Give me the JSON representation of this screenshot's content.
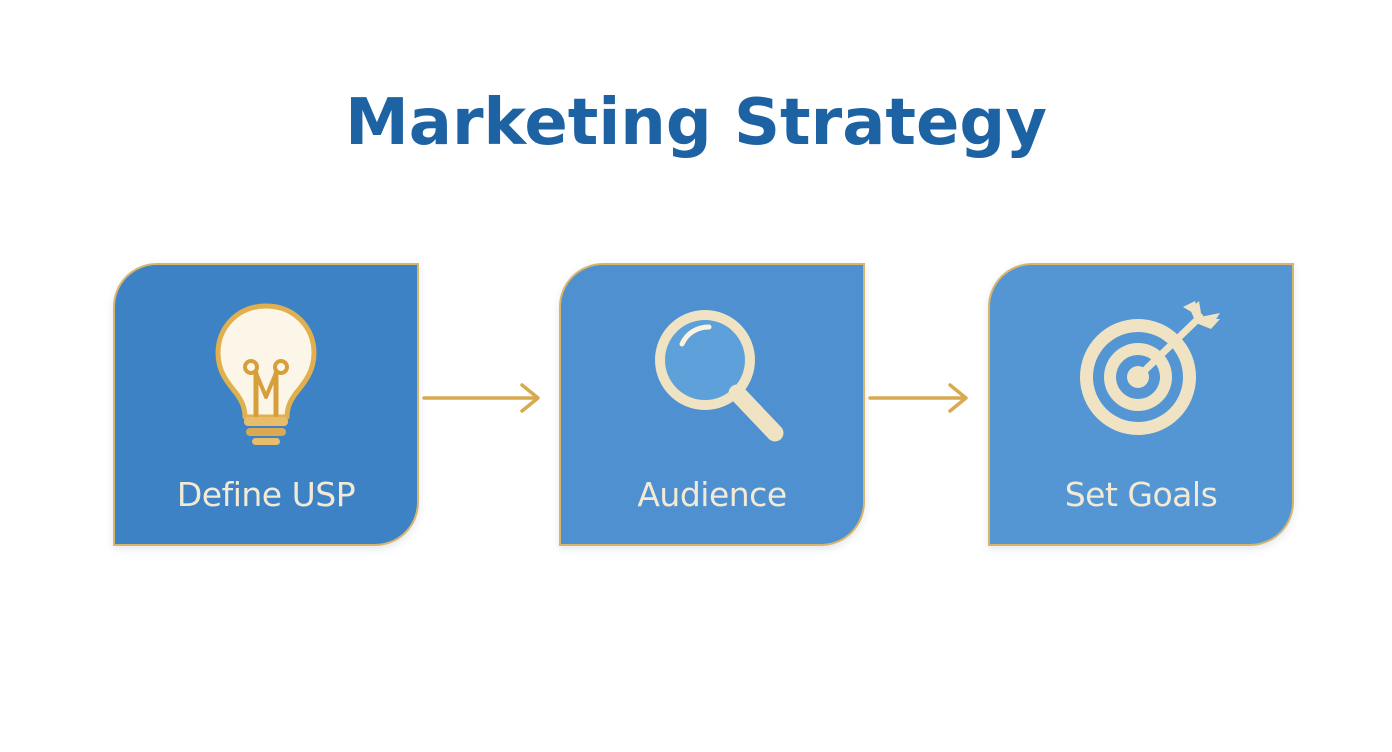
{
  "title": "Marketing Strategy",
  "colors": {
    "title": "#1d63a3",
    "box_fill_1": "#3d82c4",
    "box_fill_2": "#4f90d0",
    "box_fill_3": "#5496d3",
    "border_gold": "#d8b56a",
    "arrow_gold": "#d9a94f",
    "icon_cream": "#efe3c3",
    "label_text": "#f3ead6"
  },
  "steps": [
    {
      "label": "Define USP",
      "icon": "lightbulb-icon"
    },
    {
      "label": "Audience",
      "icon": "magnifying-glass-icon"
    },
    {
      "label": "Set Goals",
      "icon": "target-arrow-icon"
    }
  ],
  "connectors": [
    {
      "from": "Define USP",
      "to": "Audience"
    },
    {
      "from": "Audience",
      "to": "Set Goals"
    }
  ]
}
